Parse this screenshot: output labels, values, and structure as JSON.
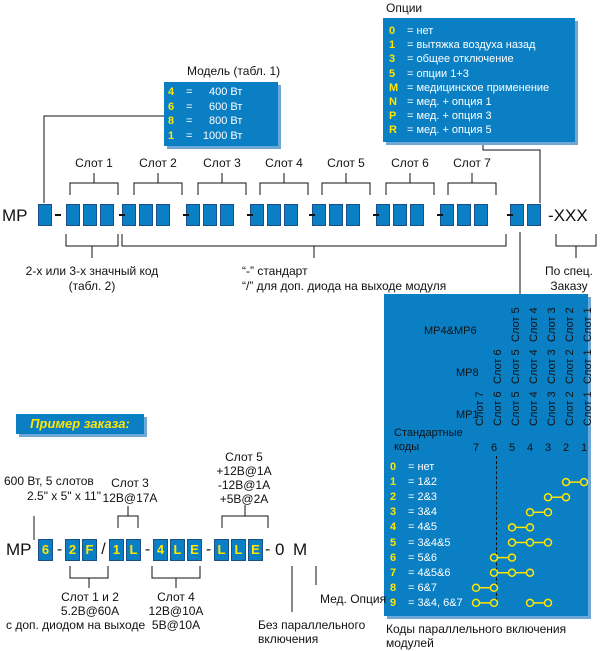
{
  "options": {
    "title": "Опции",
    "items": [
      {
        "code": "0",
        "label": "= нет"
      },
      {
        "code": "1",
        "label": "= вытяжка воздуха назад"
      },
      {
        "code": "3",
        "label": "= общее отключение"
      },
      {
        "code": "5",
        "label": "= опции 1+3"
      },
      {
        "code": "M",
        "label": "= медицинское применение"
      },
      {
        "code": "N",
        "label": "= мед. + опция 1"
      },
      {
        "code": "P",
        "label": "= мед. + опция 3"
      },
      {
        "code": "R",
        "label": "= мед. + опция 5"
      }
    ]
  },
  "model": {
    "title": "Модель (табл. 1)",
    "items": [
      {
        "code": "4",
        "eq": "=",
        "value": "400 Вт"
      },
      {
        "code": "6",
        "eq": "=",
        "value": "600 Вт"
      },
      {
        "code": "8",
        "eq": "=",
        "value": "800 Вт"
      },
      {
        "code": "1",
        "eq": "=",
        "value": "1000 Вт"
      }
    ]
  },
  "slots": {
    "labels": [
      "Слот 1",
      "Слот 2",
      "Слот 3",
      "Слот 4",
      "Слот 5",
      "Слот 6",
      "Слот 7"
    ]
  },
  "code_line": {
    "prefix": "MP",
    "suffix": "XXX"
  },
  "notes": {
    "digit_code_1": "2-х или 3-х значный код",
    "digit_code_2": "(табл. 2)",
    "standard_1": "“-” стандарт",
    "standard_2": "“/” для доп. диода на выходе модуля",
    "special_1": "По спец.",
    "special_2": "Заказу"
  },
  "parallel": {
    "model_rows": [
      {
        "label": "MP4&MP6",
        "cols": [
          "Слот 5",
          "Слот 4",
          "Слот 3",
          "Слот 2",
          "Слот 1"
        ]
      },
      {
        "label": "MP8",
        "cols": [
          "Слот 6",
          "Слот 5",
          "Слот 4",
          "Слот 3",
          "Слот 2",
          "Слот 1"
        ]
      },
      {
        "label": "MP1",
        "cols": [
          "Слот 7",
          "Слот 6",
          "Слот 5",
          "Слот 4",
          "Слот 3",
          "Слот 2",
          "Слот 1"
        ]
      }
    ],
    "std_label_1": "Стандартные",
    "std_label_2": "коды",
    "col_numbers": [
      "7",
      "6",
      "5",
      "4",
      "3",
      "2",
      "1"
    ],
    "rows": [
      {
        "code": "0",
        "label": "= нет"
      },
      {
        "code": "1",
        "label": "= 1&2"
      },
      {
        "code": "2",
        "label": "= 2&3"
      },
      {
        "code": "3",
        "label": "= 3&4"
      },
      {
        "code": "4",
        "label": "= 4&5"
      },
      {
        "code": "5",
        "label": "= 3&4&5"
      },
      {
        "code": "6",
        "label": "= 5&6"
      },
      {
        "code": "7",
        "label": "= 4&5&6"
      },
      {
        "code": "8",
        "label": "= 6&7"
      },
      {
        "code": "9",
        "label": "= 3&4, 6&7"
      }
    ],
    "caption_1": "Коды параллельного включения",
    "caption_2": "модулей"
  },
  "example": {
    "title": "Пример заказа:",
    "model_1": "600 Вт, 5 слотов",
    "model_2": "2.5\" x 5\" x 11\"",
    "slot3_1": "Слот 3",
    "slot3_2": "12B@17A",
    "slot5_1": "Слот 5",
    "slot5_2": "+12B@1A",
    "slot5_3": "-12B@1A",
    "slot5_4": "+5B@2A",
    "slot12_1": "Слот 1 и 2",
    "slot12_2": "5.2B@60A",
    "slot12_3": "с доп. диодом на выходе",
    "slot4_1": "Слот 4",
    "slot4_2": "12B@10A",
    "slot4_3": "5B@10A",
    "noparallel_1": "Без параллельного",
    "noparallel_2": "включения",
    "med_option": "Мед. Опция",
    "code": {
      "prefix": "MP",
      "boxes": [
        "6",
        "2",
        "F",
        "1",
        "L",
        "4",
        "L",
        "E",
        "L",
        "L",
        "E"
      ],
      "separators": [
        "-",
        "/",
        "-",
        "-"
      ],
      "dash_end": "-",
      "tail_0": "0",
      "tail_m": "M"
    }
  }
}
